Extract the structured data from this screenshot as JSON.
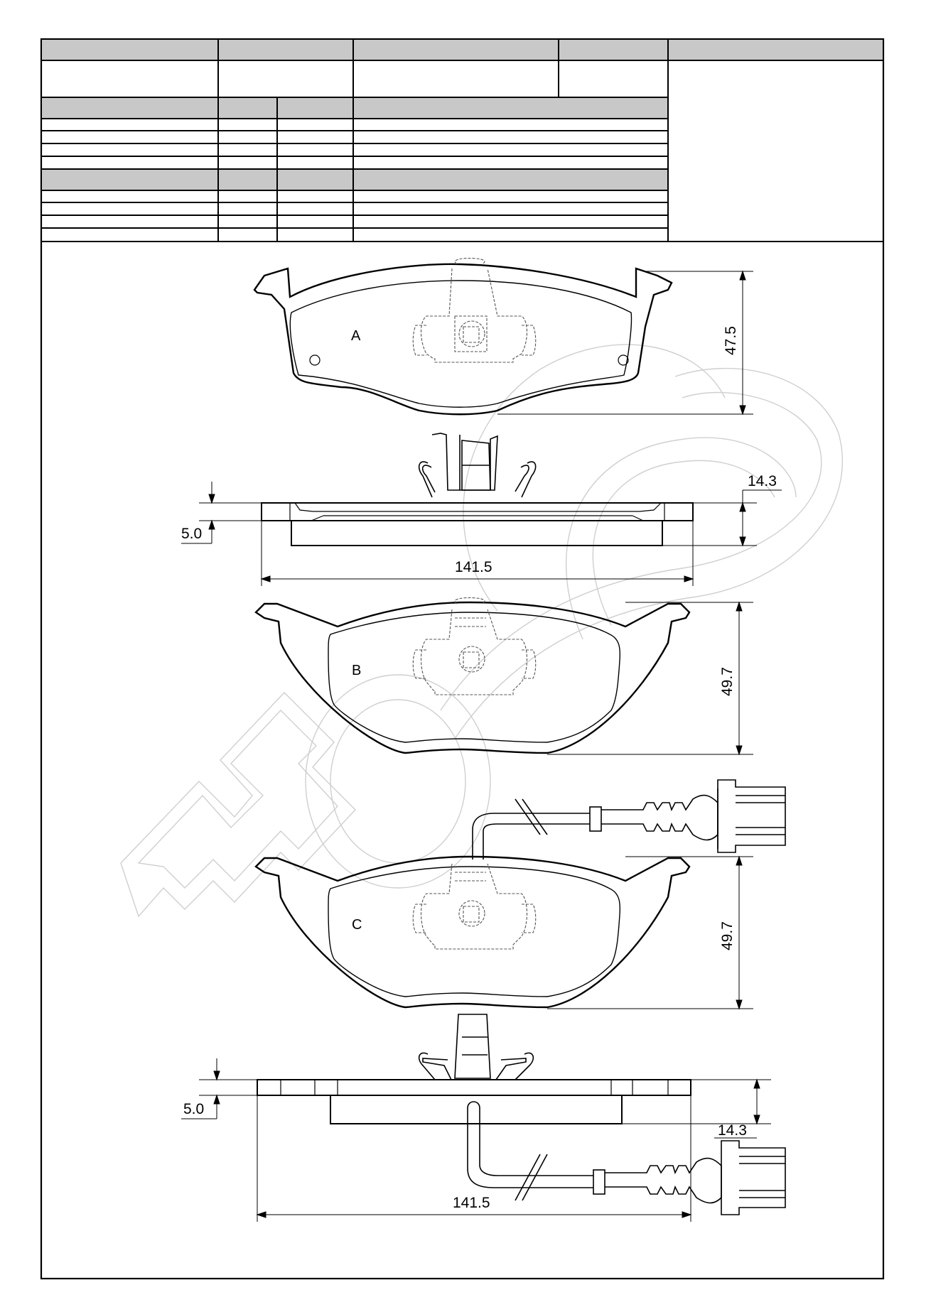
{
  "header_table": {
    "row1_cells": [
      "",
      "",
      "",
      "",
      ""
    ],
    "row2_cells": [
      "",
      "",
      "",
      ""
    ],
    "section1_header": [
      "",
      "",
      "",
      ""
    ],
    "section1_rows": [
      [
        "",
        "",
        "",
        ""
      ],
      [
        "",
        "",
        "",
        ""
      ],
      [
        "",
        "",
        "",
        ""
      ],
      [
        "",
        "",
        "",
        ""
      ]
    ],
    "section2_header": [
      "",
      "",
      "",
      ""
    ],
    "section2_rows": [
      [
        "",
        "",
        "",
        ""
      ],
      [
        "",
        "",
        "",
        ""
      ],
      [
        "",
        "",
        "",
        ""
      ],
      [
        "",
        "",
        "",
        ""
      ]
    ]
  },
  "views": {
    "pad_a": {
      "label": "A",
      "height_dim": "47.5"
    },
    "side_top": {
      "backplate_dim": "5.0",
      "thickness_dim": "14.3",
      "width_dim": "141.5"
    },
    "pad_b": {
      "label": "B",
      "height_dim": "49.7"
    },
    "pad_c": {
      "label": "C",
      "height_dim": "49.7"
    },
    "side_bottom": {
      "backplate_dim": "5.0",
      "thickness_dim": "14.3",
      "width_dim": "141.5"
    }
  },
  "colors": {
    "header_fill": "#c8c8c8",
    "line": "#000000",
    "watermark": "#c8c8c8",
    "hidden_line": "#555555"
  }
}
